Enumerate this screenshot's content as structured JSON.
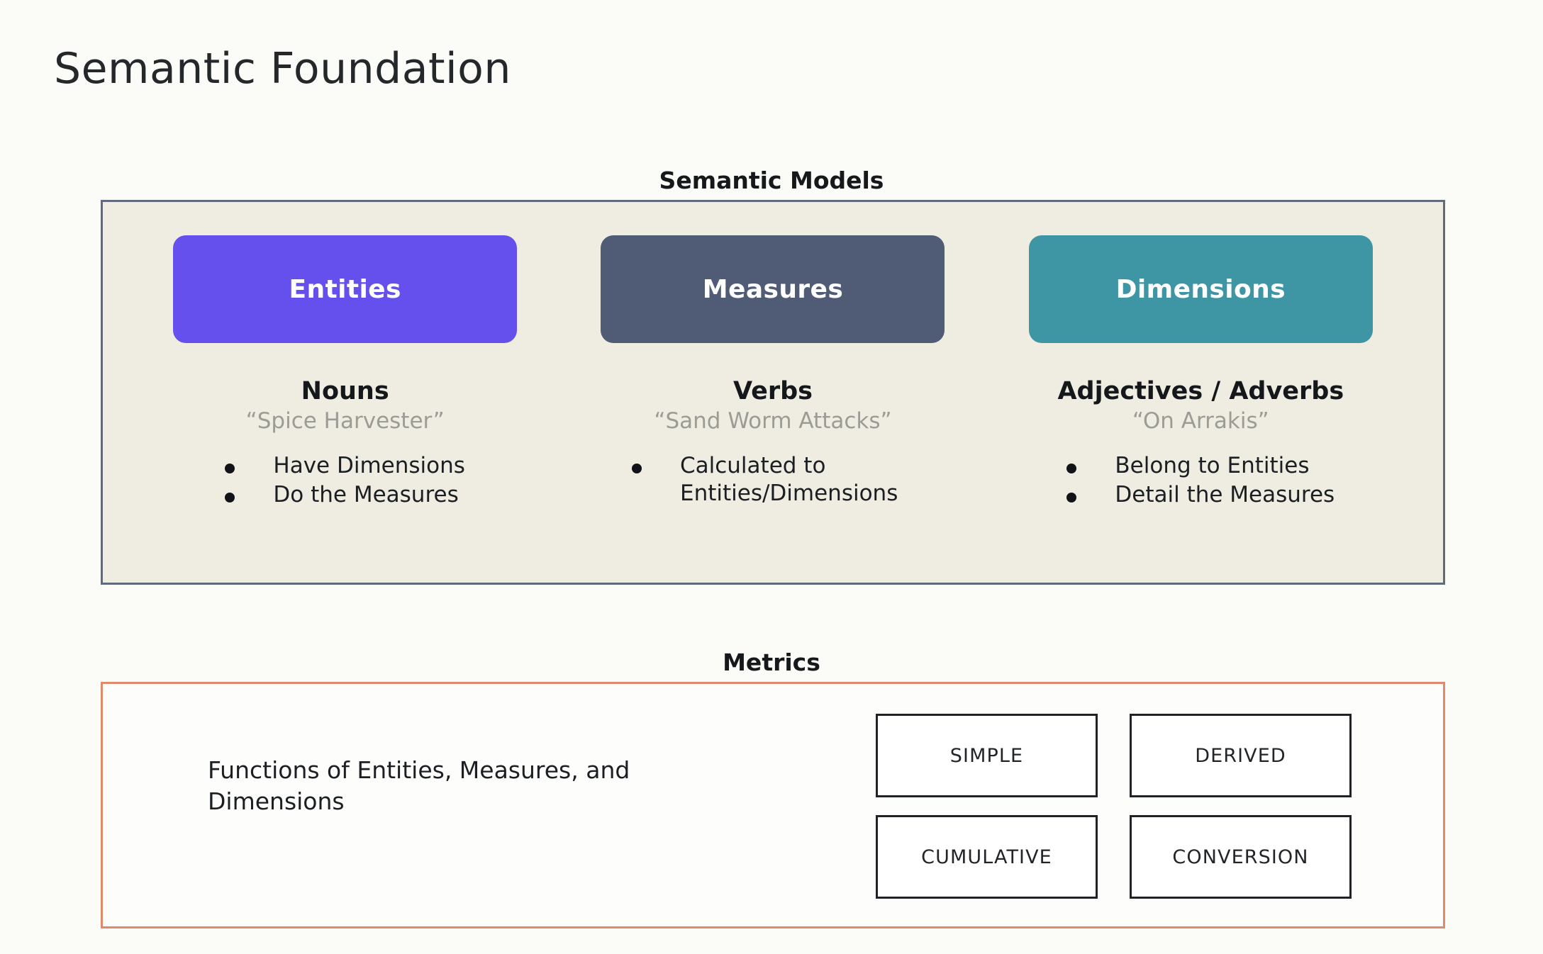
{
  "slide": {
    "title": "Semantic Foundation"
  },
  "semantic_models": {
    "caption": "Semantic Models",
    "columns": [
      {
        "chip_label": "Entities",
        "chip_color": "#6550EE",
        "part_of_speech": "Nouns",
        "example": "“Spice Harvester”",
        "bullets": [
          "Have Dimensions",
          "Do the Measures"
        ]
      },
      {
        "chip_label": "Measures",
        "chip_color": "#505B76",
        "part_of_speech": "Verbs",
        "example": "“Sand Worm Attacks”",
        "bullets": [
          "Calculated to Entities/Dimensions"
        ]
      },
      {
        "chip_label": "Dimensions",
        "chip_color": "#3E95A3",
        "part_of_speech": "Adjectives / Adverbs",
        "example": "“On Arrakis”",
        "bullets": [
          "Belong to Entities",
          "Detail the Measures"
        ]
      }
    ]
  },
  "metrics": {
    "caption": "Metrics",
    "description": "Functions of Entities, Measures, and Dimensions",
    "types": [
      "SIMPLE",
      "DERIVED",
      "CUMULATIVE",
      "CONVERSION"
    ],
    "border_color": "#E08A6B"
  }
}
